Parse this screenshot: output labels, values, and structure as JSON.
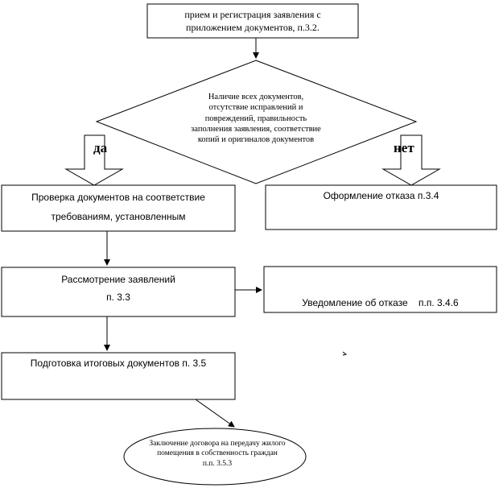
{
  "nodes": {
    "reception": {
      "line1": "прием и регистрация заявления с",
      "line2": "приложением документов, п.3.2."
    },
    "decision": {
      "line1": "Наличие всех документов,",
      "line2": "отсутствие исправлений и",
      "line3": "повреждений, правильность",
      "line4": "заполнения заявления, соответствие",
      "line5": "копий и оригиналов документов"
    },
    "yes_label": "да",
    "no_label": "нет",
    "verification": {
      "line1": "Проверка документов на соответствие",
      "line2": "требованиям, установленным"
    },
    "refusal": {
      "line1": "Оформление отказа п.3.4"
    },
    "review": {
      "line1": "Рассмотрение заявлений",
      "line2": "п. 3.3"
    },
    "refusal_notice": {
      "line1": "Уведомление об отказе    п.п. 3.4.6"
    },
    "final_docs": {
      "line1": "Подготовка итоговых документов п. 3.5"
    },
    "contract": {
      "line1": "Заключение договора на передачу жилого",
      "line2": "помещения в собственность граждан",
      "line3": "п.п. 3.5.3"
    }
  }
}
